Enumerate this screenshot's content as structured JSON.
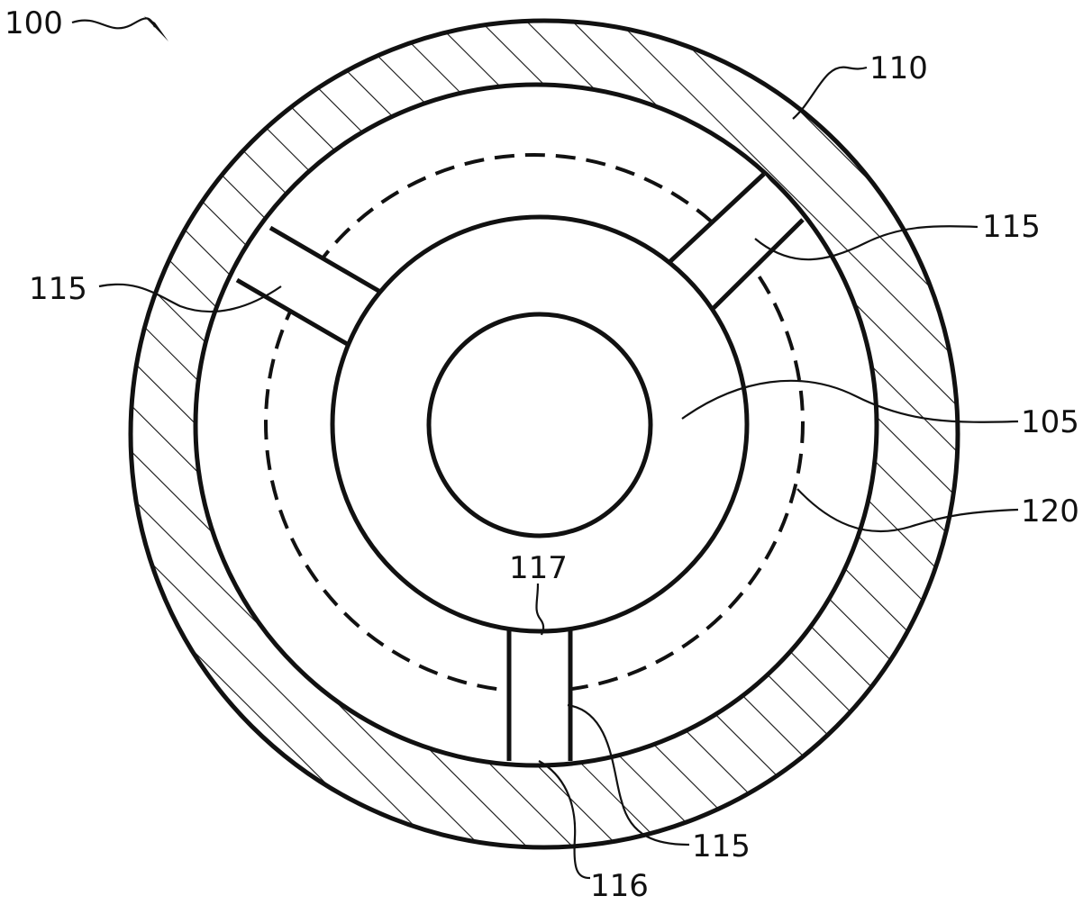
{
  "figure": {
    "labels": {
      "assembly": "100",
      "outer_ring": "110",
      "strut_top_right": "115",
      "strut_left": "115",
      "strut_bottom": "115",
      "hub": "105",
      "dashed_circle": "120",
      "strut_inner_end": "117",
      "strut_outer_end": "116"
    },
    "colors": {
      "ink": "#111111",
      "background": "#ffffff"
    }
  }
}
